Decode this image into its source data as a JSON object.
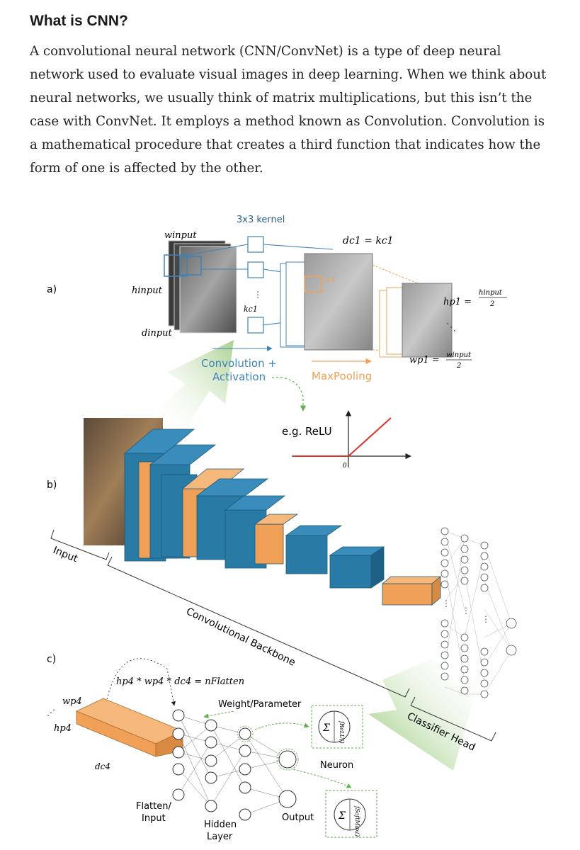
{
  "article": {
    "heading": "What is CNN?",
    "paragraph": "A convolutional neural network (CNN/ConvNet) is a type of deep neural network used to evaluate visual images in deep learning. When we think about neural networks, we usually think of matrix multiplications, but this isn’t the case with ConvNet. It employs a method known as Convolution. Convolution is a mathematical procedure that creates a third function that indicates how the form of one is affected by the other."
  },
  "figure": {
    "panel_a": "a)",
    "panel_b": "b)",
    "panel_c": "c)",
    "kernel_label": "3x3 kernel",
    "w_input": "winput",
    "h_input": "hinput",
    "d_input": "dinput",
    "k_c1": "kc1",
    "dc1_eq": "dc1 = kc1",
    "hp1_eq": "hp1 =",
    "hp1_frac_num": "hinput",
    "hp1_frac_den": "2",
    "wp1_eq": "wp1 =",
    "wp1_frac_num": "winput",
    "wp1_frac_den": "2",
    "two_x": "2X",
    "conv_label_1": "Convolution +",
    "conv_label_2": "Activation",
    "maxpool_label": "MaxPooling",
    "relu_label": "e.g. ReLU",
    "relu_zero": "0",
    "input_label": "Input",
    "backbone_label": "Convolutional Backbone",
    "classifier_label": "Classifier Head",
    "flatten_eq": "hp4 * wp4 * dc4 = nFlatten",
    "w_p4": "wp4",
    "h_p4": "hp4",
    "d_c4": "dc4",
    "weight_label": "Weight/Parameter",
    "neuron_label": "Neuron",
    "flatten_label_1": "Flatten/",
    "flatten_label_2": "Input",
    "hidden_label_1": "Hidden",
    "hidden_label_2": "Layer",
    "output_label": "Output",
    "sigma": "Σ",
    "relu_fn": "fReLU()",
    "softmax_fn": "fSoftMax()",
    "colors": {
      "blue": "#2a7aa6",
      "orange": "#f0a057",
      "green_arrow": "#b8d89a",
      "relu_red": "#d9332b",
      "dashed_green": "#5fb04f",
      "arrow_blue": "#3b83b9"
    }
  }
}
